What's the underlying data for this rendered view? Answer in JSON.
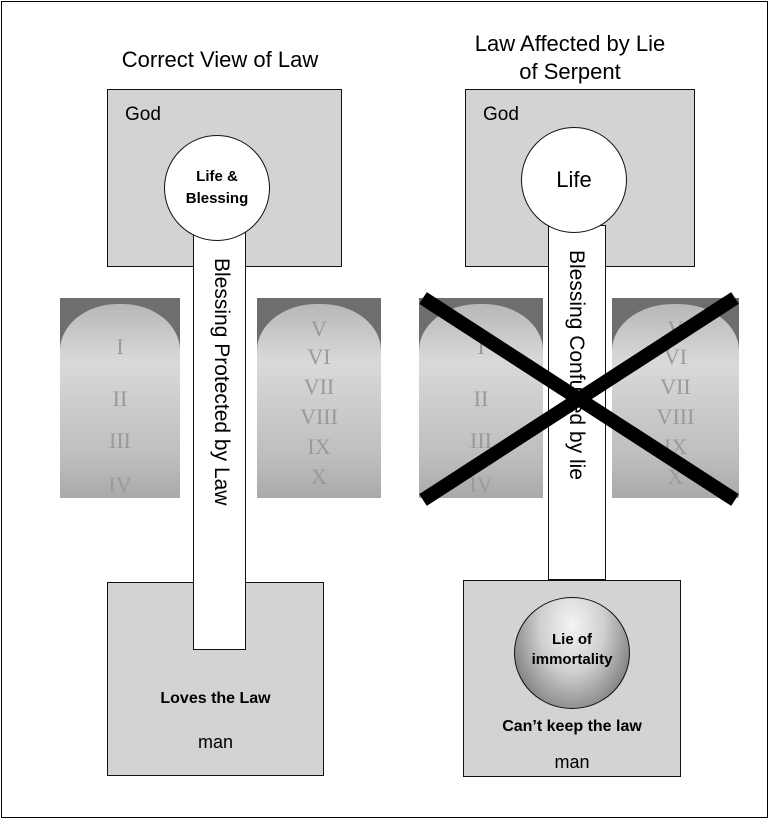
{
  "left_panel": {
    "title": "Correct View of Law",
    "god_label": "God",
    "circle_text_line1": "Life &",
    "circle_text_line2": "Blessing",
    "bar_text": "Blessing Protected by Law",
    "man_status": "Loves the Law",
    "man_label": "man",
    "tablet_left_numerals": [
      "I",
      "II",
      "III",
      "IV"
    ],
    "tablet_right_numerals": [
      "V",
      "VI",
      "VII",
      "VIII",
      "IX",
      "X"
    ]
  },
  "right_panel": {
    "title_line1": "Law Affected by Lie",
    "title_line2": "of Serpent",
    "god_label": "God",
    "circle_text": "Life",
    "bar_text": "Blessing Confused by lie",
    "lie_line1": "Lie of",
    "lie_line2": "immortality",
    "man_status": "Can’t keep the law",
    "man_label": "man",
    "tablet_left_numerals": [
      "I",
      "II",
      "III",
      "IV"
    ],
    "tablet_right_numerals": [
      "V",
      "VI",
      "VII",
      "VIII",
      "IX",
      "X"
    ]
  },
  "colors": {
    "box_fill": "#d3d3d3",
    "tablet_header": "#6e6e6e",
    "cross": "#000000"
  }
}
